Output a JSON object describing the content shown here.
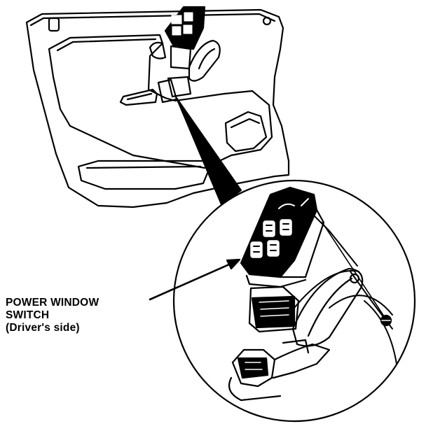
{
  "callout": {
    "line1": "POWER WINDOW",
    "line2": "SWITCH",
    "line3": "(Driver's side)"
  },
  "colors": {
    "ink": "#000000",
    "paper": "#ffffff"
  }
}
